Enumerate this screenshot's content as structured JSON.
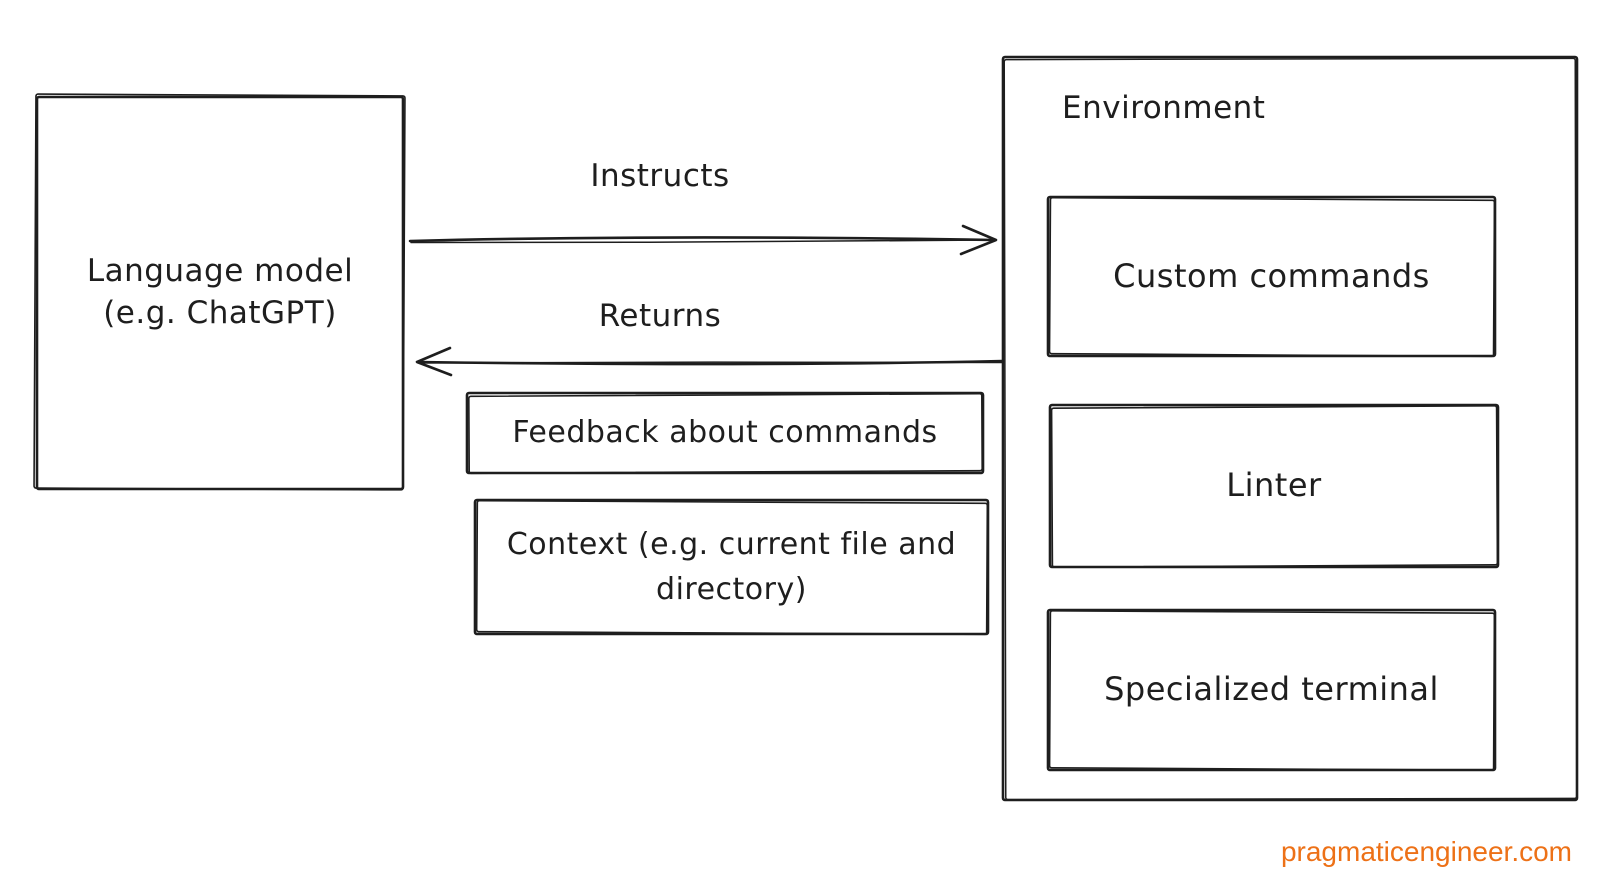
{
  "colors": {
    "stroke": "#1e1e1e",
    "background": "#ffffff",
    "watermark_orange": "#ED7117"
  },
  "nodes": {
    "language_model": {
      "label": "Language model\n(e.g. ChatGPT)"
    },
    "feedback": {
      "label": "Feedback about commands"
    },
    "context": {
      "label": "Context (e.g. current file and directory)"
    }
  },
  "environment": {
    "title": "Environment",
    "components": [
      {
        "label": "Custom commands"
      },
      {
        "label": "Linter"
      },
      {
        "label": "Specialized terminal"
      }
    ]
  },
  "arrows": {
    "instructs": {
      "label": "Instructs",
      "direction": "left-to-right"
    },
    "returns": {
      "label": "Returns",
      "direction": "right-to-left"
    }
  },
  "watermark": {
    "text": "pragmaticengineer.com"
  }
}
